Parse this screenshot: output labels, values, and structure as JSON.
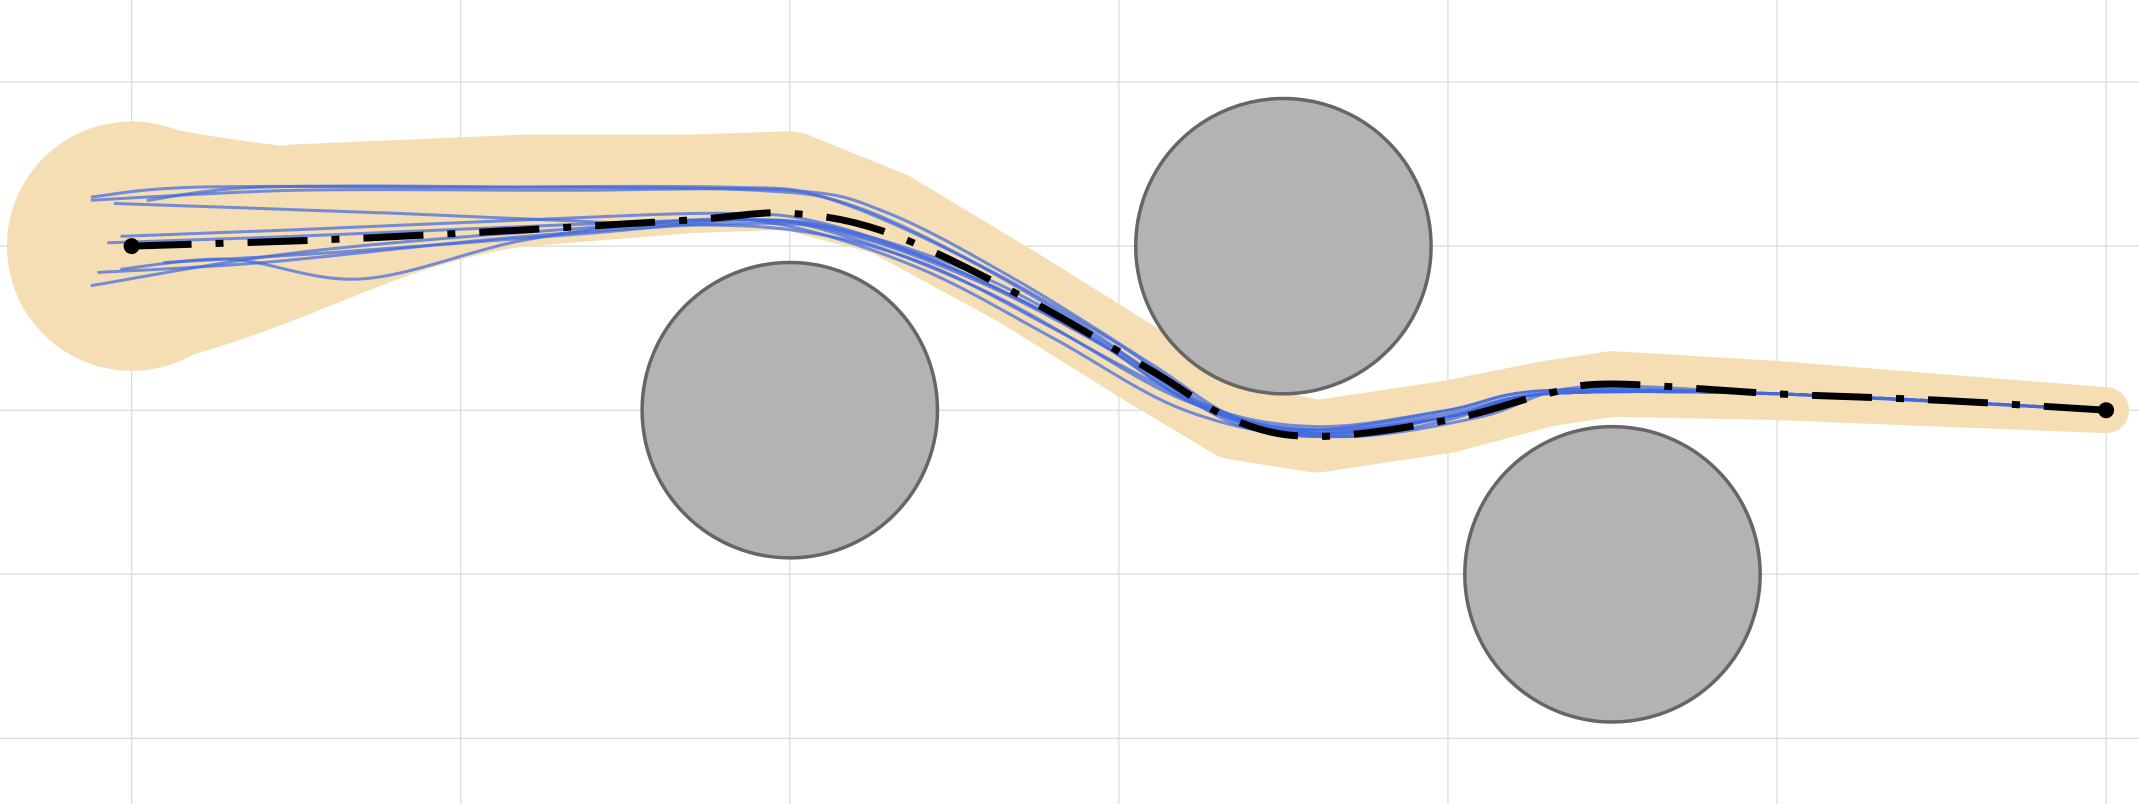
{
  "colors": {
    "background": "#ffffff",
    "grid": "#d9d9d9",
    "corridor": "#f5deb3",
    "trajectories": "#4169e1",
    "reference_path": "#000000",
    "obstacle_fill": "#b3b3b3",
    "obstacle_edge": "#666666",
    "endpoint": "#000000"
  },
  "chart_data": {
    "type": "scatter",
    "title": "",
    "xlabel": "",
    "ylabel": "",
    "xlim": [
      -0.4,
      6.1
    ],
    "ylim": [
      -1.7,
      0.75
    ],
    "grid": true,
    "xticks": [
      0,
      1,
      2,
      3,
      4,
      5,
      6
    ],
    "yticks": [
      0.5,
      0,
      -0.5,
      -1,
      -1.5
    ],
    "obstacles": [
      {
        "name": "obstacle",
        "cx": 2.0,
        "cy": -0.5,
        "r": 0.45
      },
      {
        "name": "obstacle",
        "cx": 3.5,
        "cy": 0.0,
        "r": 0.45
      },
      {
        "name": "obstacle",
        "cx": 4.5,
        "cy": -1.0,
        "r": 0.45
      }
    ],
    "endpoints": [
      {
        "name": "start",
        "x": 0.0,
        "y": 0.0
      },
      {
        "name": "goal",
        "x": 6.0,
        "y": -0.5
      }
    ],
    "reference_path": {
      "name": "",
      "points": [
        [
          0,
          0
        ],
        [
          0.6,
          0.02
        ],
        [
          1.2,
          0.05
        ],
        [
          1.7,
          0.08
        ],
        [
          2.0,
          0.1
        ],
        [
          2.3,
          0.04
        ],
        [
          2.7,
          -0.15
        ],
        [
          3.1,
          -0.38
        ],
        [
          3.35,
          -0.53
        ],
        [
          3.6,
          -0.58
        ],
        [
          4.0,
          -0.53
        ],
        [
          4.3,
          -0.45
        ],
        [
          4.5,
          -0.42
        ],
        [
          5.0,
          -0.45
        ],
        [
          5.5,
          -0.47
        ],
        [
          6.0,
          -0.5
        ]
      ]
    },
    "corridor": {
      "start_radius": 0.38,
      "points": [
        [
          0,
          0
        ],
        [
          0.5,
          0.11
        ],
        [
          1.2,
          0.17
        ],
        [
          1.7,
          0.19
        ],
        [
          2.0,
          0.2
        ],
        [
          2.3,
          0.1
        ],
        [
          2.7,
          -0.13
        ],
        [
          3.1,
          -0.38
        ],
        [
          3.35,
          -0.53
        ],
        [
          3.6,
          -0.58
        ],
        [
          4.0,
          -0.52
        ],
        [
          4.3,
          -0.45
        ],
        [
          4.5,
          -0.42
        ],
        [
          5.0,
          -0.44
        ],
        [
          5.5,
          -0.47
        ],
        [
          6.0,
          -0.5
        ]
      ],
      "half_widths": [
        0.3,
        0.2,
        0.17,
        0.15,
        0.15,
        0.13,
        0.12,
        0.12,
        0.12,
        0.11,
        0.11,
        0.1,
        0.1,
        0.09,
        0.08,
        0.07
      ]
    },
    "series": [
      {
        "points": [
          [
            -0.12,
            0.15
          ],
          [
            0.2,
            0.18
          ],
          [
            1.0,
            0.18
          ],
          [
            1.8,
            0.18
          ],
          [
            2.1,
            0.15
          ],
          [
            2.5,
            -0.02
          ],
          [
            2.9,
            -0.25
          ],
          [
            3.25,
            -0.48
          ],
          [
            3.6,
            -0.55
          ],
          [
            4.0,
            -0.5
          ],
          [
            4.3,
            -0.44
          ],
          [
            5.0,
            -0.45
          ],
          [
            6.0,
            -0.5
          ]
        ]
      },
      {
        "points": [
          [
            -0.05,
            0.13
          ],
          [
            0.8,
            0.1
          ],
          [
            1.5,
            0.07
          ],
          [
            2.0,
            0.05
          ],
          [
            2.4,
            -0.05
          ],
          [
            2.8,
            -0.25
          ],
          [
            3.2,
            -0.47
          ],
          [
            3.6,
            -0.57
          ],
          [
            4.0,
            -0.52
          ],
          [
            4.3,
            -0.45
          ],
          [
            5.0,
            -0.45
          ],
          [
            6.0,
            -0.5
          ]
        ]
      },
      {
        "points": [
          [
            0.05,
            0.14
          ],
          [
            0.4,
            0.18
          ],
          [
            1.2,
            0.18
          ],
          [
            1.9,
            0.17
          ],
          [
            2.2,
            0.12
          ],
          [
            2.6,
            -0.07
          ],
          [
            3.0,
            -0.3
          ],
          [
            3.3,
            -0.5
          ],
          [
            3.6,
            -0.56
          ],
          [
            4.0,
            -0.51
          ],
          [
            4.3,
            -0.45
          ],
          [
            5.0,
            -0.45
          ],
          [
            6.0,
            -0.5
          ]
        ]
      },
      {
        "points": [
          [
            -0.1,
            -0.08
          ],
          [
            0.4,
            -0.05
          ],
          [
            1.2,
            0.03
          ],
          [
            1.9,
            0.07
          ],
          [
            2.2,
            0.03
          ],
          [
            2.6,
            -0.12
          ],
          [
            3.0,
            -0.33
          ],
          [
            3.35,
            -0.53
          ],
          [
            3.7,
            -0.58
          ],
          [
            4.1,
            -0.52
          ],
          [
            4.4,
            -0.43
          ],
          [
            5.0,
            -0.45
          ],
          [
            6.0,
            -0.5
          ]
        ]
      },
      {
        "points": [
          [
            -0.12,
            -0.12
          ],
          [
            0.5,
            -0.02
          ],
          [
            1.3,
            0.05
          ],
          [
            1.9,
            0.08
          ],
          [
            2.2,
            0.04
          ],
          [
            2.6,
            -0.1
          ],
          [
            3.0,
            -0.32
          ],
          [
            3.35,
            -0.54
          ],
          [
            3.7,
            -0.58
          ],
          [
            4.0,
            -0.53
          ],
          [
            4.3,
            -0.45
          ],
          [
            5.0,
            -0.45
          ],
          [
            6.0,
            -0.5
          ]
        ]
      },
      {
        "points": [
          [
            -0.03,
            -0.07
          ],
          [
            0.3,
            -0.04
          ],
          [
            0.7,
            -0.1
          ],
          [
            1.2,
            0.02
          ],
          [
            1.7,
            0.08
          ],
          [
            2.0,
            0.06
          ],
          [
            2.4,
            -0.07
          ],
          [
            2.8,
            -0.28
          ],
          [
            3.2,
            -0.5
          ],
          [
            3.6,
            -0.58
          ],
          [
            4.0,
            -0.52
          ],
          [
            4.3,
            -0.45
          ],
          [
            5.0,
            -0.45
          ],
          [
            6.0,
            -0.5
          ]
        ]
      },
      {
        "points": [
          [
            0.1,
            -0.05
          ],
          [
            0.6,
            -0.02
          ],
          [
            1.4,
            0.04
          ],
          [
            1.9,
            0.08
          ],
          [
            2.2,
            0.02
          ],
          [
            2.6,
            -0.14
          ],
          [
            3.0,
            -0.36
          ],
          [
            3.35,
            -0.53
          ],
          [
            3.6,
            -0.57
          ],
          [
            4.0,
            -0.52
          ],
          [
            4.3,
            -0.45
          ],
          [
            5.0,
            -0.45
          ],
          [
            6.0,
            -0.5
          ]
        ]
      },
      {
        "points": [
          [
            -0.07,
            0.01
          ],
          [
            0.5,
            0.03
          ],
          [
            1.2,
            0.06
          ],
          [
            1.8,
            0.08
          ],
          [
            2.1,
            0.06
          ],
          [
            2.5,
            -0.07
          ],
          [
            2.9,
            -0.27
          ],
          [
            3.25,
            -0.49
          ],
          [
            3.6,
            -0.57
          ],
          [
            4.0,
            -0.52
          ],
          [
            4.3,
            -0.45
          ],
          [
            5.0,
            -0.45
          ],
          [
            6.0,
            -0.5
          ]
        ]
      },
      {
        "points": [
          [
            -0.12,
            0.14
          ],
          [
            0.5,
            0.17
          ],
          [
            1.3,
            0.17
          ],
          [
            2.0,
            0.17
          ],
          [
            2.3,
            0.1
          ],
          [
            2.7,
            -0.11
          ],
          [
            3.1,
            -0.36
          ],
          [
            3.35,
            -0.52
          ],
          [
            3.6,
            -0.56
          ],
          [
            4.0,
            -0.5
          ],
          [
            4.3,
            -0.44
          ],
          [
            5.0,
            -0.45
          ],
          [
            6.0,
            -0.5
          ]
        ]
      },
      {
        "points": [
          [
            -0.03,
            0.03
          ],
          [
            0.5,
            0.05
          ],
          [
            1.2,
            0.08
          ],
          [
            1.8,
            0.1
          ],
          [
            2.1,
            0.07
          ],
          [
            2.5,
            -0.07
          ],
          [
            2.9,
            -0.27
          ],
          [
            3.25,
            -0.49
          ],
          [
            3.6,
            -0.56
          ],
          [
            4.0,
            -0.52
          ],
          [
            4.3,
            -0.45
          ],
          [
            5.0,
            -0.45
          ],
          [
            6.0,
            -0.5
          ]
        ]
      }
    ]
  }
}
